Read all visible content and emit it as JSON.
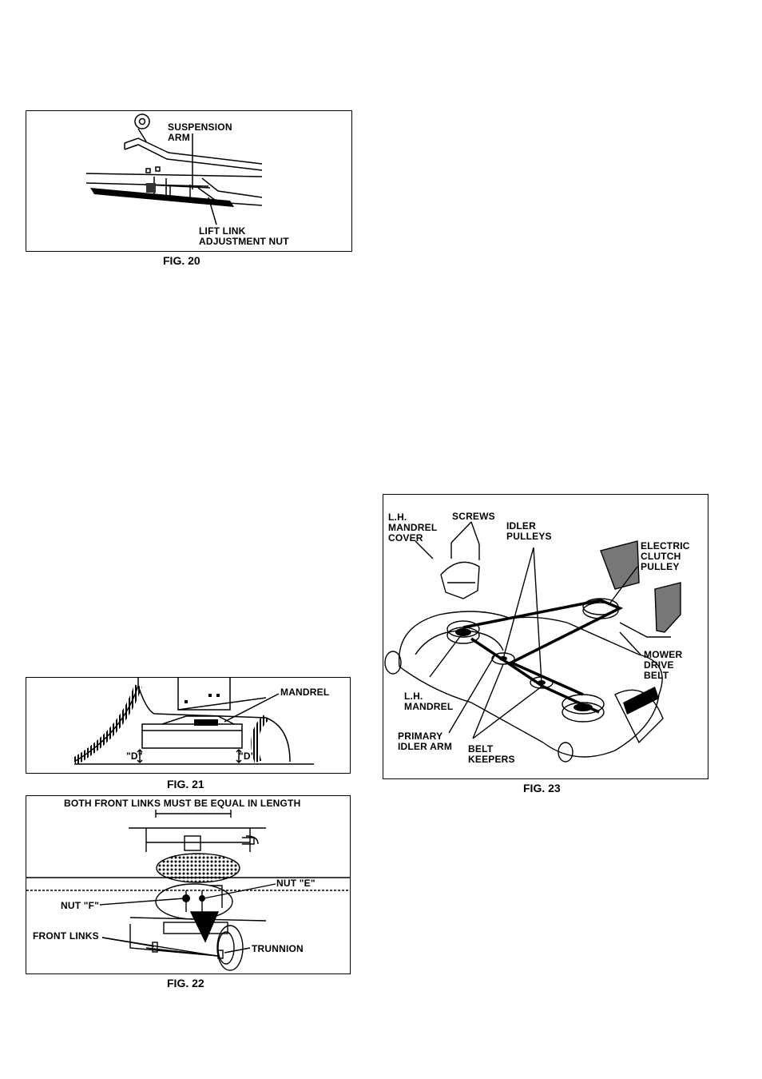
{
  "fig20": {
    "caption": "FIG. 20",
    "label_suspension_1": "SUSPENSION",
    "label_suspension_2": "ARM",
    "label_lift_1": "LIFT LINK",
    "label_lift_2": "ADJUSTMENT NUT"
  },
  "fig21": {
    "caption": "FIG. 21",
    "label_mandrel": "MANDREL",
    "label_d_left": "\"D\"",
    "label_d_right": "\"D\""
  },
  "fig22": {
    "caption": "FIG. 22",
    "heading": "BOTH FRONT LINKS MUST BE EQUAL IN LENGTH",
    "label_nut_e": "NUT \"E\"",
    "label_nut_f": "NUT \"F\"",
    "label_front_links": "FRONT LINKS",
    "label_trunnion": "TRUNNION"
  },
  "fig23": {
    "caption": "FIG. 23",
    "label_lh_cover_1": "L.H.",
    "label_lh_cover_2": "MANDREL",
    "label_lh_cover_3": "COVER",
    "label_screws": "SCREWS",
    "label_idler_1": "IDLER",
    "label_idler_2": "PULLEYS",
    "label_clutch_1": "ELECTRIC",
    "label_clutch_2": "CLUTCH",
    "label_clutch_3": "PULLEY",
    "label_mower_1": "MOWER",
    "label_mower_2": "DRIVE",
    "label_mower_3": "BELT",
    "label_lh_mandrel_1": "L.H.",
    "label_lh_mandrel_2": "MANDREL",
    "label_primary_1": "PRIMARY",
    "label_primary_2": "IDLER ARM",
    "label_keepers_1": "BELT",
    "label_keepers_2": "KEEPERS"
  }
}
